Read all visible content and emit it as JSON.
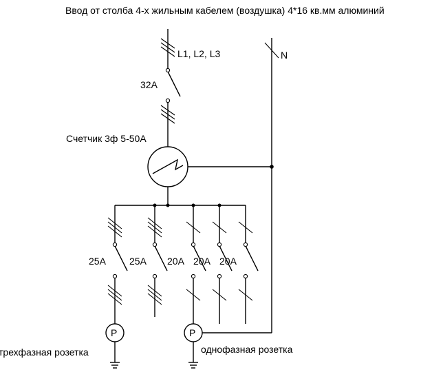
{
  "title": "Ввод от столба 4-х жильным кабелем (воздушка) 4*16 кв.мм алюминий",
  "phase_label": "L1, L2, L3",
  "neutral_label": "N",
  "main_breaker_rating": "32A",
  "meter_label": "Счетчик 3ф 5-50А",
  "branch_breakers": [
    {
      "rating": "25A",
      "poles": 3
    },
    {
      "rating": "25A",
      "poles": 3
    },
    {
      "rating": "20A",
      "poles": 1
    },
    {
      "rating": "20A",
      "poles": 1
    },
    {
      "rating": "20A",
      "poles": 1
    }
  ],
  "socket_symbol": "P",
  "three_phase_socket_label": "трехфазная розетка",
  "single_phase_socket_label": "однофазная розетка"
}
